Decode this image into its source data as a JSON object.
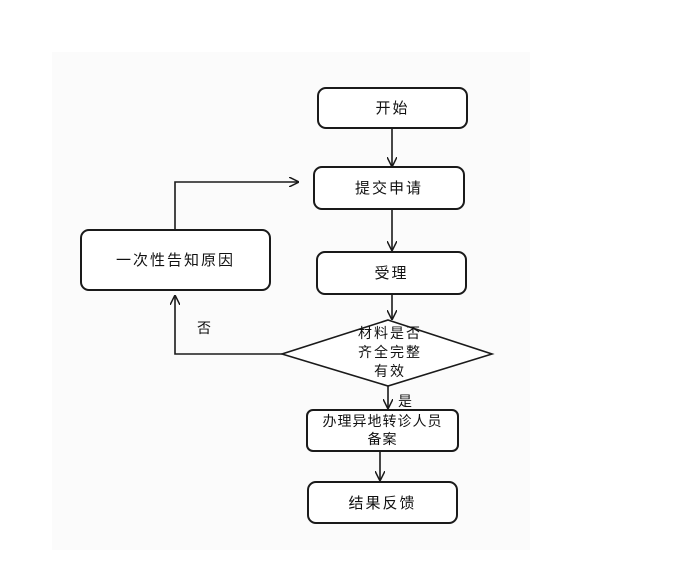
{
  "flowchart": {
    "start": "开始",
    "submit": "提交申请",
    "accept": "受理",
    "decision_line1": "材料是否",
    "decision_line2": "齐全完整",
    "decision_line3": "有效",
    "notify": "一次性告知原因",
    "no_label": "否",
    "yes_label": "是",
    "record_line1": "办理异地转诊人员",
    "record_line2": "备案",
    "feedback": "结果反馈"
  }
}
